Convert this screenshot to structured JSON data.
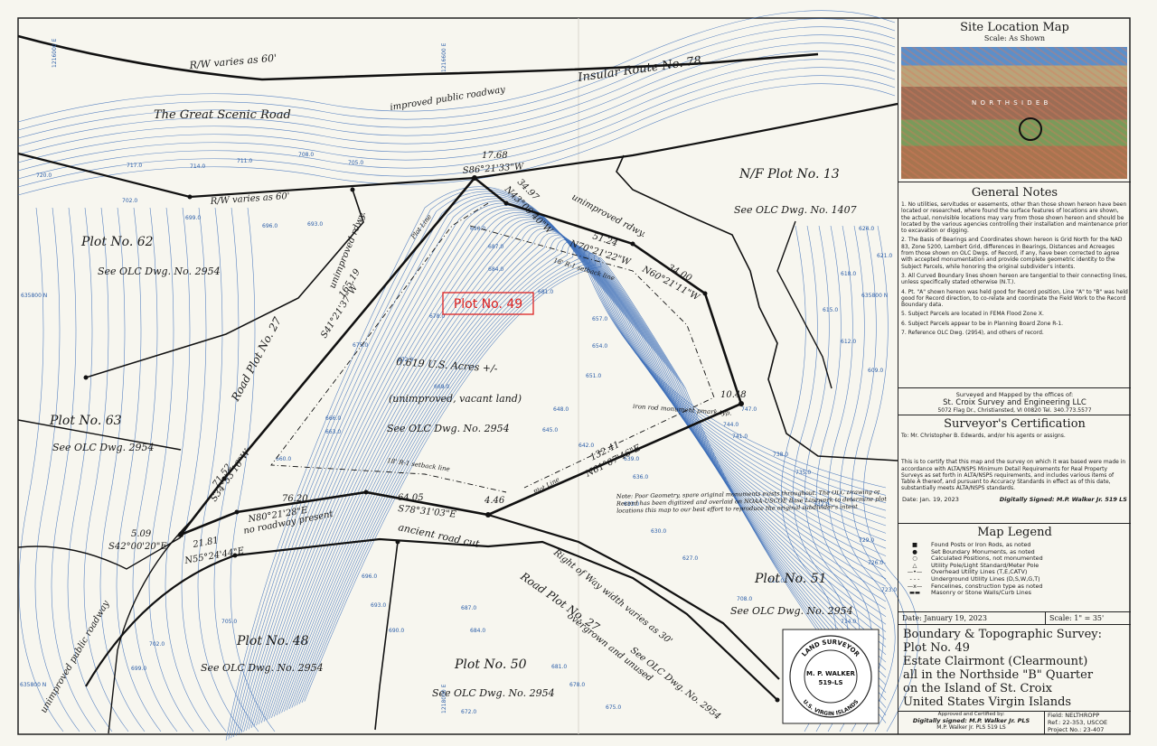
{
  "map": {
    "roads": {
      "rw_top": "R/W varies as 60'",
      "insular_route": "Insular Route No. 78",
      "improved_roadway": "improved public roadway",
      "great_scenic": "The Great Scenic Road",
      "rw_lower": "R/W varies as 60'",
      "unimproved_rdwy_left": "unimproved rdwy.",
      "unimproved_rdwy_right": "unimproved rdwy.",
      "road_plot_27_left": "Road Plot No. 27",
      "road_plot_27_right": "Road Plot No. 27",
      "no_roadway_present": "no roadway present",
      "ancient_road_cut": "ancient road cut",
      "row_width": "Right of Way width varies as 30'",
      "see_2954_road": "See OLC Dwg. No. 2954",
      "overgrown": "overgrown and unused",
      "unimproved_public_roadway": "unimproved public roadway",
      "plot_line_top": "Plot Line",
      "plot_line_bottom": "Plot Line",
      "setback_top": "18' R-1 setback line",
      "setback_bottom": "18' R-1 setback line"
    },
    "plots": {
      "p62": "Plot No. 62",
      "p62_ref": "See OLC Dwg. No. 2954",
      "p63": "Plot No. 63",
      "p63_ref": "See OLC Dwg. 2954",
      "p13": "N/F Plot No. 13",
      "p13_ref": "See OLC Dwg. No. 1407",
      "p49": "Plot No. 49",
      "acres": "0.619 U.S. Acres +/-",
      "vacant": "(unimproved, vacant land)",
      "p49_ref": "See OLC Dwg. No. 2954",
      "p51": "Plot No. 51",
      "p51_ref": "See OLC Dwg. No. 2954",
      "p48": "Plot No. 48",
      "p48_ref": "See OLC Dwg. No. 2954",
      "p50": "Plot No. 50",
      "p50_ref": "See OLC Dwg. No. 2954"
    },
    "bearings": {
      "b1768": "17.68",
      "b_s86": "S86°21'33\"W",
      "b3497": "34.97",
      "b_n43": "N43°00'40\"W",
      "b5124": "51.24",
      "b_n70": "N70°21'22\"W",
      "b3400": "34.00",
      "b_n60": "N60°21'11\"W",
      "b16519": "165.19",
      "b_s41": "S41°21'37\"W",
      "b7152": "71.52",
      "b_s34": "S34°53'16\"W",
      "b1048": "10.48",
      "b13241": "132.41",
      "b_n61": "N61°07'46\"E",
      "b7620": "76.20",
      "b_n80": "N80°21'28\"E",
      "b6405": "64.05",
      "b_s78": "S78°31'03\"E",
      "b446": "4.46",
      "b509": "5.09",
      "b_s42": "S42°00'20\"E",
      "b2181": "21.81",
      "b_n55": "N55°24'44\"E"
    },
    "note_iron": "iron rod monument pmark typ.",
    "note_poor": "Note: Poor Geometry, spare original monuments exists throughout. The OLC Drawing of Record has been digitized and overlaid on NOAA-USCOE Base Linework to determine plot locations this map to our best effort to reproduce the original subdivider's intent",
    "grid_labels": [
      "1216000 E",
      "1216600 E",
      "1218000 E",
      "635800 N",
      "635800 N",
      "635800 N"
    ],
    "elevations": [
      "720.0",
      "717.0",
      "714.0",
      "711.0",
      "708.0",
      "705.0",
      "702.0",
      "699.0",
      "696.0",
      "693.0",
      "690.0",
      "687.0",
      "684.0",
      "681.0",
      "678.0",
      "675.0",
      "672.0",
      "669.0",
      "666.0",
      "663.0",
      "660.0",
      "657.0",
      "654.0",
      "651.0",
      "648.0",
      "645.0",
      "642.0",
      "639.0",
      "636.0",
      "633.0",
      "630.0",
      "627.0",
      "624.0",
      "621.0",
      "618.0",
      "615.0",
      "612.0",
      "609.0",
      "747.0",
      "744.0",
      "741.0",
      "738.0",
      "735.0",
      "732.0",
      "729.0",
      "726.0",
      "723.0",
      "714.0",
      "711.0",
      "708.0",
      "705.0",
      "702.0",
      "699.0",
      "696.0",
      "693.0",
      "690.0",
      "687.0",
      "684.0",
      "681.0",
      "678.0",
      "675.0",
      "672.0"
    ],
    "seal": {
      "top": "LAND SURVEYOR",
      "name": "M. P. WALKER",
      "num": "519-LS",
      "bottom": "U.S. VIRGIN ISLANDS"
    }
  },
  "panel": {
    "site_title": "Site Location Map",
    "site_scale": "Scale: As Shown",
    "site_label": "N O R T H S I D E  B",
    "notes_title": "General Notes",
    "notes": [
      "1. No utilities, servitudes or easements, other than those shown hereon have been located or researched, where found the surface features of locations are shown, the actual, nonvisible locations may vary from those shown hereon and should be located by the various agencies controlling their installation and maintenance prior to excavation or digging.",
      "2. The Basis of Bearings and Coordinates shown hereon is Grid North for the NAD 83, Zone 5200, Lambert Grid, differences in Bearings, Distances and Acreages from those shown on OLC Dwgs. of Record, if any, have been corrected to agree with accepted monumentation and provide complete geometric identity to the Subject Parcels, while honoring the original subdivider's intents.",
      "3. All Curved Boundary lines shown hereon are tangential to their connecting lines, unless specifically stated otherwise (N.T.).",
      "4. Pt. \"A\" shown hereon was held good for Record position, Line \"A\" to \"B\" was held good for Record direction, to co-relate and coordinate the Field Work to the Record Boundary data.",
      "5. Subject Parcels are located in FEMA Flood Zone X.",
      "6. Subject Parcels appear to be in Planning Board Zone R-1.",
      "7. Reference OLC Dwg. (2954), and others of record."
    ],
    "surveyed_by": "Surveyed and Mapped by the offices of:",
    "company": "St. Croix Survey and Engineering LLC",
    "address": "5072 Flag Dr., Christiansted, VI 00820   Tel. 340.773.5577",
    "cert_title": "Surveyor's Certification",
    "cert_to": "To: Mr. Christopher B. Edwards, and/or his agents or assigns.",
    "cert_body": "This is to certify that this map and the survey on which it was based were made in accordance with ALTA/NSPS Minimum Detail Requirements for Real Property Surveys as set forth in ALTA/NSPS requirements, and includes various items of Table A thereof, and pursuant to Accuracy Standards in effect as of this date, substantially meets ALTA/NSPS standards.",
    "cert_date": "Date: Jan. 19, 2023",
    "cert_sign": "Digitally Signed: M.P. Walker Jr. 519 LS",
    "legend_title": "Map Legend",
    "legend": [
      {
        "sym": "■",
        "label": "Found Posts or Iron Rods, as noted"
      },
      {
        "sym": "●",
        "label": "Set Boundary Monuments, as noted"
      },
      {
        "sym": "○",
        "label": "Calculated Positions, not monumented"
      },
      {
        "sym": "△",
        "label": "Utility Pole/Light Standard/Meter Pole"
      },
      {
        "sym": "—•—",
        "label": "Overhead Utility Lines (T,E,CATV)"
      },
      {
        "sym": "- - -",
        "label": "Underground Utility Lines (D,S,W,G,T)"
      },
      {
        "sym": "—x—",
        "label": "Fencelines, construction type as noted"
      },
      {
        "sym": "▬▬",
        "label": "Masonry or Stone Walls/Curb Lines"
      }
    ],
    "date_label": "Date: January 19, 2023",
    "scale_label": "Scale: 1\" = 35'",
    "title_lines": [
      "Boundary & Topographic Survey:",
      "Plot No. 49",
      "Estate Clairmont (Clearmount)",
      "all in the Northside \"B\" Quarter",
      "on the Island of St. Croix",
      "United States Virgin Islands"
    ],
    "approved": "Approved and Certified by:",
    "digital_sign": "Digitally signed: M.P. Walker Jr. PLS",
    "pls": "M.P. Walker Jr. PLS 519 LS",
    "field": "Field: NELTHROPP",
    "ref": "Ref.: 22-353, USCOE",
    "project": "Project No.: 23-407"
  }
}
